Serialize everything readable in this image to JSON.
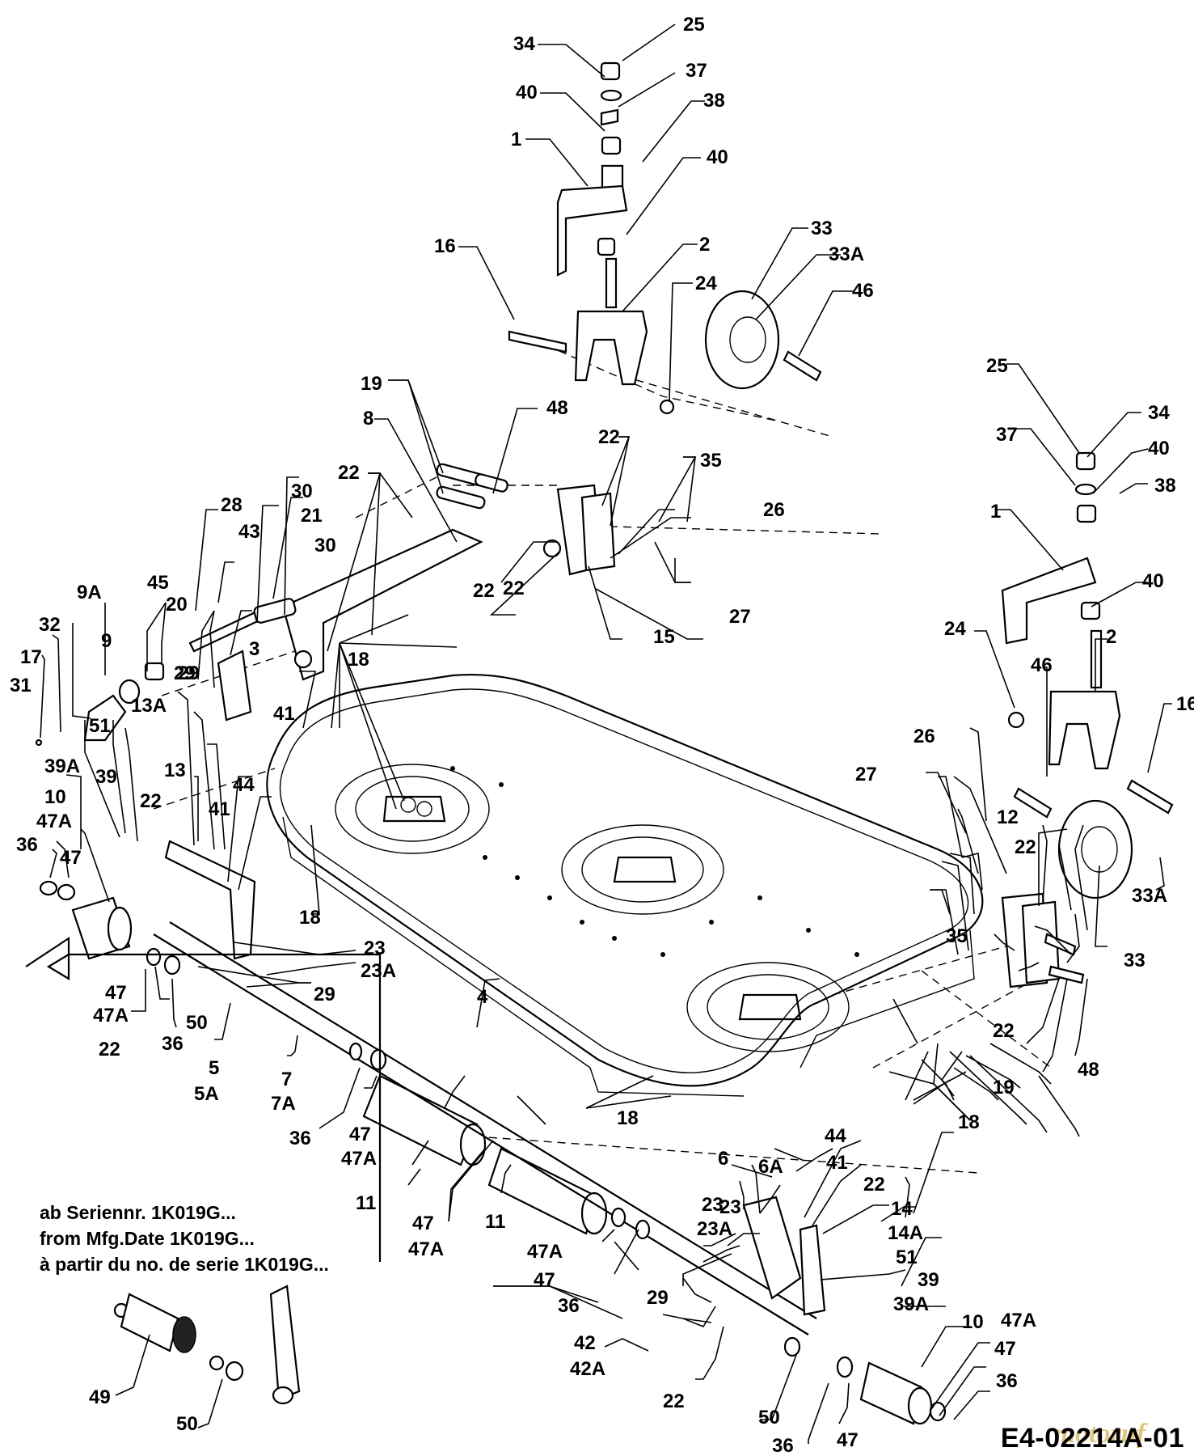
{
  "diagram": {
    "code": "E4-02214A-01",
    "watermark": "motoruf",
    "note": [
      "ab Seriennr. 1K019G...",
      "from Mfg.Date 1K019G...",
      "à partir du no. de serie 1K019G..."
    ],
    "callouts": [
      "1",
      "2",
      "3",
      "4",
      "5",
      "5A",
      "6",
      "6A",
      "7",
      "7A",
      "8",
      "9",
      "9A",
      "10",
      "11",
      "12",
      "13",
      "13A",
      "14",
      "14A",
      "15",
      "16",
      "17",
      "18",
      "19",
      "20",
      "21",
      "22",
      "23",
      "23A",
      "24",
      "25",
      "26",
      "27",
      "28",
      "29",
      "30",
      "31",
      "32",
      "33",
      "33A",
      "34",
      "35",
      "36",
      "37",
      "38",
      "39",
      "39A",
      "40",
      "41",
      "42",
      "42A",
      "43",
      "44",
      "45",
      "46",
      "47",
      "47A",
      "48",
      "49",
      "50",
      "51"
    ]
  }
}
